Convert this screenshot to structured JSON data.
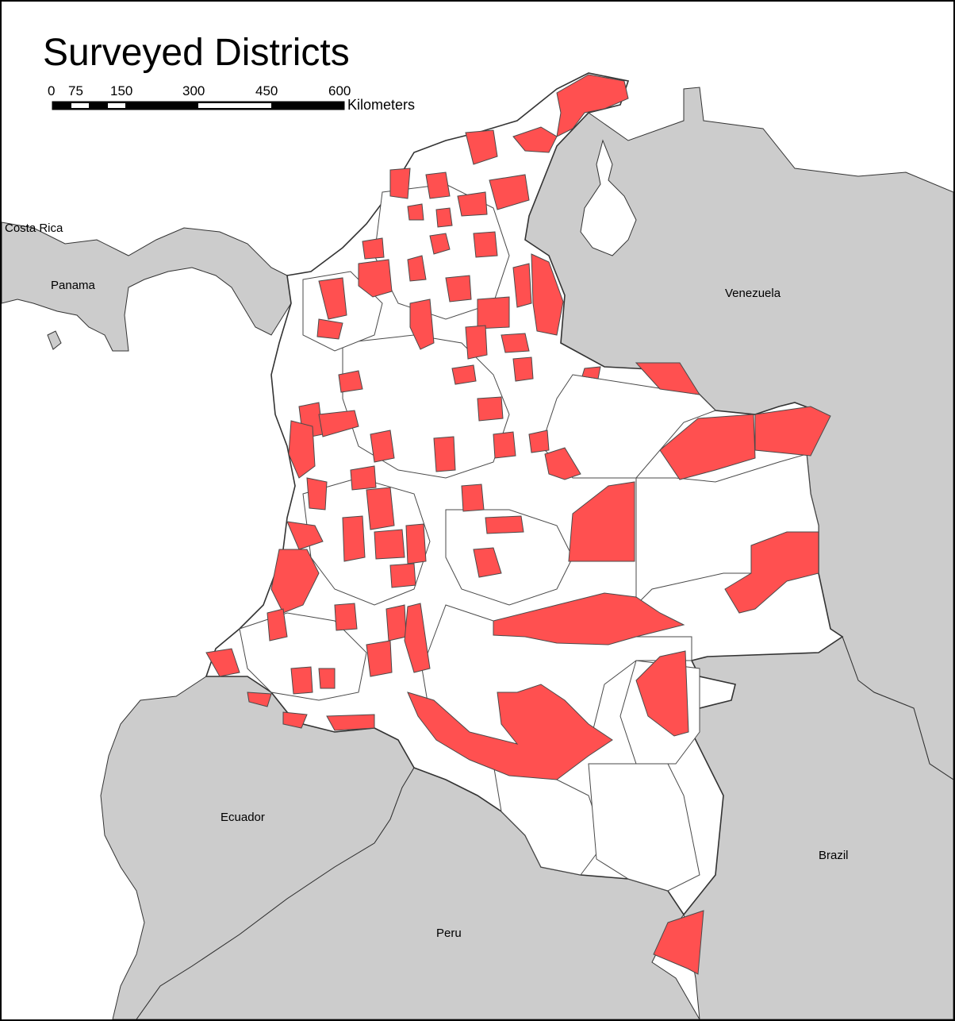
{
  "map": {
    "title": "Surveyed Districts",
    "scale_bar": {
      "ticks": [
        "0",
        "75",
        "150",
        "300",
        "450",
        "600"
      ],
      "unit": "Kilometers"
    },
    "countries": {
      "costa_rica": "Costa Rica",
      "panama": "Panama",
      "venezuela": "Venezuela",
      "ecuador": "Ecuador",
      "brazil": "Brazil",
      "peru": "Peru"
    },
    "colors": {
      "surveyed": "#ff5050",
      "not_surveyed": "#ffffff",
      "neighbor_land": "#cccccc",
      "border": "#4a4a4a"
    }
  }
}
